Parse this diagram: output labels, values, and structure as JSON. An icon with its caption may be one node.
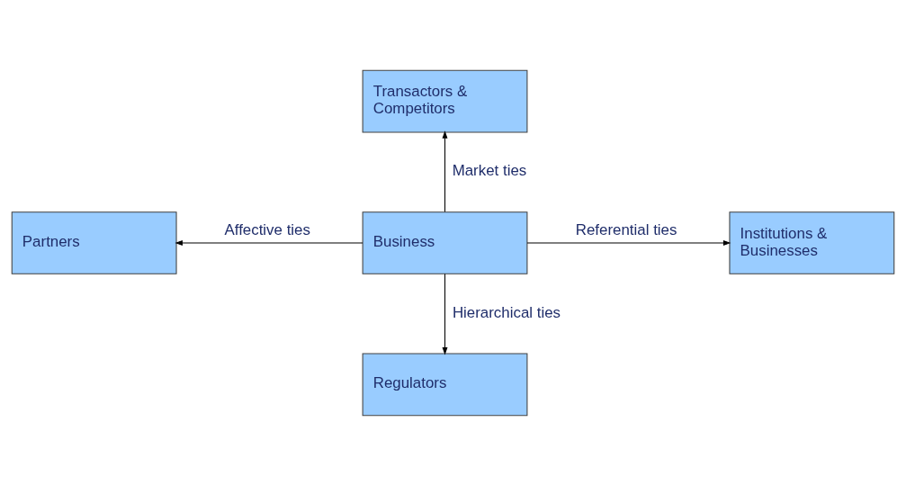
{
  "diagram": {
    "nodes": [
      {
        "text": [
          "Transactors & Competitors"
        ]
      },
      {
        "text": [
          "Partners"
        ]
      },
      {
        "text": [
          "Business"
        ]
      },
      {
        "text": [
          "Institutions & Businesses"
        ]
      },
      {
        "text": [
          "Regulators"
        ]
      }
    ],
    "edges": [
      {
        "from": 2,
        "to": 0,
        "arrow": "to",
        "label": "Market ties"
      },
      {
        "from": 2,
        "to": 1,
        "arrow": "to",
        "label": "Affective ties"
      },
      {
        "from": 2,
        "to": 3,
        "arrow": "to",
        "label": "Referential ties"
      },
      {
        "from": 2,
        "to": 4,
        "arrow": "to",
        "label": "Hierarchical ties"
      }
    ]
  }
}
